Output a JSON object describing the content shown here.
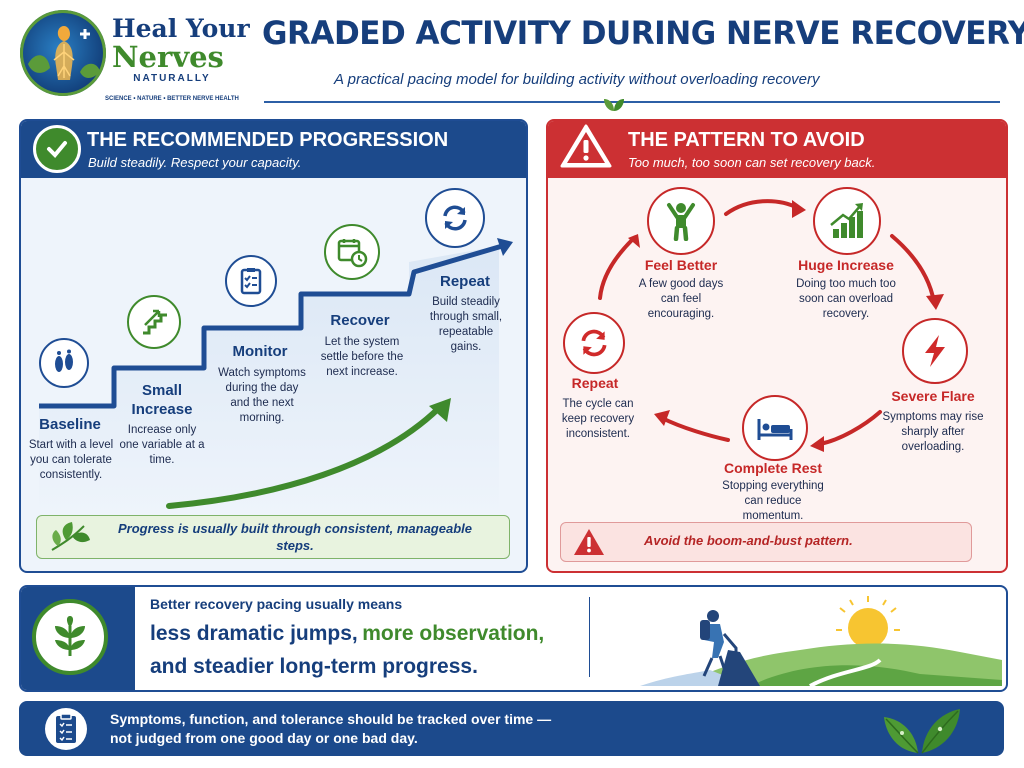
{
  "header": {
    "logo": {
      "line1": "Heal Your",
      "line2": "Nerves",
      "line3": "NATURALLY",
      "tagline": "SCIENCE • NATURE • BETTER NERVE HEALTH"
    },
    "title": "GRADED ACTIVITY DURING NERVE RECOVERY",
    "subtitle": "A practical pacing model for building activity without overloading recovery"
  },
  "left_panel": {
    "title": "THE RECOMMENDED PROGRESSION",
    "subtitle": "Build steadily. Respect your capacity.",
    "steps": [
      {
        "title": "Baseline",
        "text": "Start with a level you can tolerate consistently.",
        "icon": "footprints-icon"
      },
      {
        "title": "Small Increase",
        "text": "Increase only one variable at a time.",
        "icon": "stairs-icon"
      },
      {
        "title": "Monitor",
        "text": "Watch symptoms during the day and the next morning.",
        "icon": "clipboard-icon"
      },
      {
        "title": "Recover",
        "text": "Let the system settle before the next increase.",
        "icon": "calendar-clock-icon"
      },
      {
        "title": "Repeat",
        "text": "Build steadily through small, repeatable gains.",
        "icon": "repeat-icon"
      }
    ],
    "callout": "Progress is usually built through consistent, manageable steps."
  },
  "right_panel": {
    "title": "THE PATTERN TO AVOID",
    "subtitle": "Too much, too soon can set recovery back.",
    "steps": [
      {
        "title": "Feel Better",
        "text": "A few good days can feel encouraging.",
        "icon": "person-arms-up-icon"
      },
      {
        "title": "Huge Increase",
        "text": "Doing too much too soon can overload recovery.",
        "icon": "rising-bars-icon"
      },
      {
        "title": "Severe Flare",
        "text": "Symptoms may rise sharply after overloading.",
        "icon": "lightning-icon"
      },
      {
        "title": "Complete Rest",
        "text": "Stopping everything can reduce momentum.",
        "icon": "bed-icon"
      },
      {
        "title": "Repeat",
        "text": "The cycle can keep recovery inconsistent.",
        "icon": "repeat-icon"
      }
    ],
    "callout": "Avoid the boom-and-bust pattern."
  },
  "banner": {
    "line1": "Better recovery pacing usually means",
    "line2a": "less dramatic jumps,",
    "line2b": "more observation,",
    "line3": "and steadier long-term progress."
  },
  "footer": {
    "line1": "Symptoms, function, and tolerance should be tracked over time —",
    "line2": "not judged from one good day or one bad day."
  },
  "colors": {
    "navy": "#1c4a8c",
    "green": "#3f8a2c",
    "red": "#cc3033"
  }
}
